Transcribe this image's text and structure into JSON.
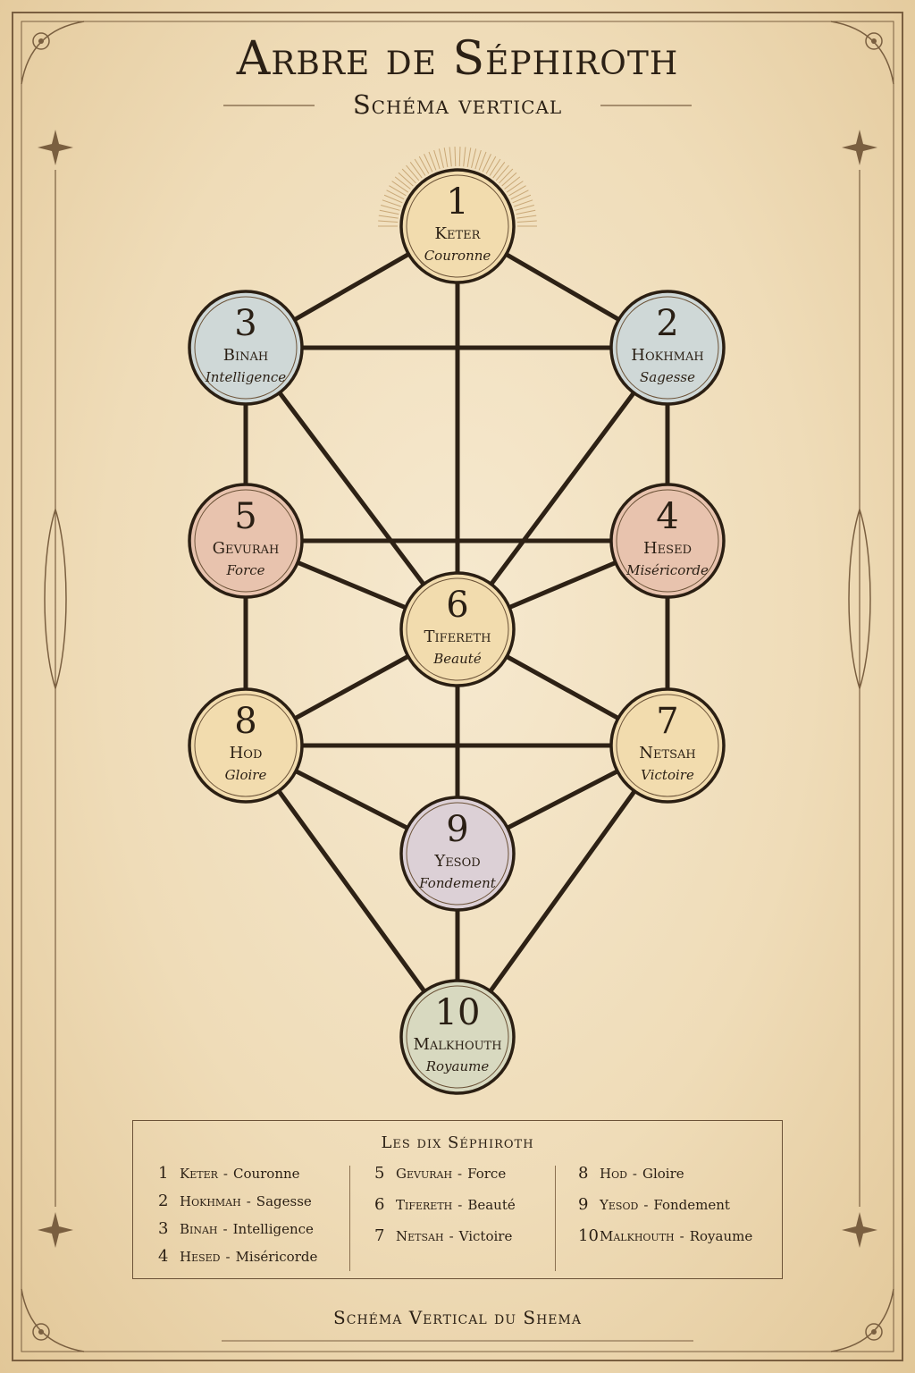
{
  "title": "Arbre de Séphiroth",
  "subtitle": "Schéma vertical",
  "footer": "Schéma Vertical du Shema",
  "colors": {
    "line": "#2d2115",
    "frame": "#7a5f40",
    "sephirah_fills": {
      "gold": "#f2dcae",
      "blue": "#cfd8d7",
      "rose": "#e8c3ae",
      "violet": "#dcd0d6",
      "green": "#d8d9c0"
    }
  },
  "sephiroth": [
    {
      "num": "1",
      "name": "Keter",
      "translation": "Couronne",
      "fill": "gold"
    },
    {
      "num": "2",
      "name": "Hokhmah",
      "translation": "Sagesse",
      "fill": "blue"
    },
    {
      "num": "3",
      "name": "Binah",
      "translation": "Intelligence",
      "fill": "blue"
    },
    {
      "num": "4",
      "name": "Hesed",
      "translation": "Miséricorde",
      "fill": "rose"
    },
    {
      "num": "5",
      "name": "Gevurah",
      "translation": "Force",
      "fill": "rose"
    },
    {
      "num": "6",
      "name": "Tifereth",
      "translation": "Beauté",
      "fill": "gold"
    },
    {
      "num": "7",
      "name": "Netsah",
      "translation": "Victoire",
      "fill": "gold"
    },
    {
      "num": "8",
      "name": "Hod",
      "translation": "Gloire",
      "fill": "gold"
    },
    {
      "num": "9",
      "name": "Yesod",
      "translation": "Fondement",
      "fill": "violet"
    },
    {
      "num": "10",
      "name": "Malkhouth",
      "translation": "Royaume",
      "fill": "green"
    }
  ],
  "paths": [
    [
      "1",
      "2"
    ],
    [
      "1",
      "3"
    ],
    [
      "1",
      "6"
    ],
    [
      "2",
      "3"
    ],
    [
      "2",
      "4"
    ],
    [
      "2",
      "6"
    ],
    [
      "3",
      "5"
    ],
    [
      "3",
      "6"
    ],
    [
      "4",
      "5"
    ],
    [
      "4",
      "6"
    ],
    [
      "4",
      "7"
    ],
    [
      "5",
      "6"
    ],
    [
      "5",
      "8"
    ],
    [
      "6",
      "7"
    ],
    [
      "6",
      "8"
    ],
    [
      "6",
      "9"
    ],
    [
      "7",
      "8"
    ],
    [
      "7",
      "9"
    ],
    [
      "7",
      "10"
    ],
    [
      "8",
      "9"
    ],
    [
      "8",
      "10"
    ],
    [
      "9",
      "10"
    ]
  ],
  "legend": {
    "title": "Les dix Séphiroth",
    "columns": [
      [
        {
          "num": "1",
          "name": "Keter",
          "translation": "Couronne"
        },
        {
          "num": "2",
          "name": "Hokhmah",
          "translation": "Sagesse"
        },
        {
          "num": "3",
          "name": "Binah",
          "translation": "Intelligence"
        },
        {
          "num": "4",
          "name": "Hesed",
          "translation": "Miséricorde"
        }
      ],
      [
        {
          "num": "5",
          "name": "Gevurah",
          "translation": "Force"
        },
        {
          "num": "6",
          "name": "Tifereth",
          "translation": "Beauté"
        },
        {
          "num": "7",
          "name": "Netsah",
          "translation": "Victoire"
        }
      ],
      [
        {
          "num": "8",
          "name": "Hod",
          "translation": "Gloire"
        },
        {
          "num": "9",
          "name": "Yesod",
          "translation": "Fondement"
        },
        {
          "num": "10",
          "name": "Malkhouth",
          "translation": "Royaume"
        }
      ]
    ]
  }
}
